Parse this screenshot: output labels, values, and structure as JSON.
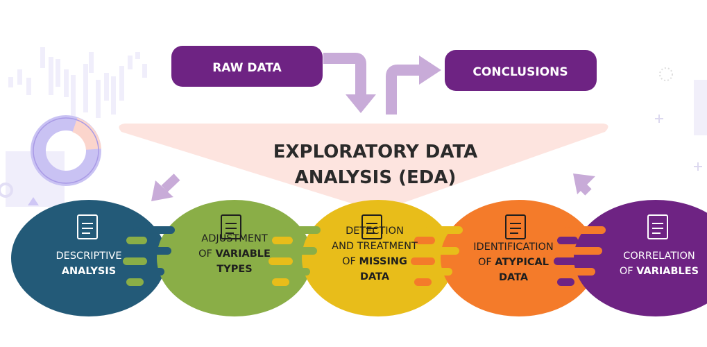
{
  "inputs": {
    "raw_data_label": "RAW DATA"
  },
  "outputs": {
    "conclusions_label": "CONCLUSIONS"
  },
  "title": {
    "line1": "EXPLORATORY DATA",
    "line2": "ANALYSIS (EDA)"
  },
  "colors": {
    "purple": "#6e2383",
    "funnel": "#fde4df",
    "arrow": "#c8abd8",
    "stage_descriptive": "#235a78",
    "stage_adjustment": "#8aae47",
    "stage_missing": "#e8bd1a",
    "stage_atypical": "#f47b2a",
    "stage_correlation": "#6e2383"
  },
  "stages": [
    {
      "id": "descriptive",
      "icon": "checklist-document-pencil-icon",
      "text_color": "#ffffff",
      "lines": [
        [
          {
            "t": "DESCRIPTIVE",
            "b": false
          }
        ],
        [
          {
            "t": "ANALYSIS",
            "b": true
          }
        ]
      ]
    },
    {
      "id": "adjustment",
      "icon": "window-resize-arrows-icon",
      "text_color": "#1e1e1e",
      "lines": [
        [
          {
            "t": "ADJUSTMENT",
            "b": false
          }
        ],
        [
          {
            "t": "OF ",
            "b": false
          },
          {
            "t": "VARIABLE",
            "b": true
          }
        ],
        [
          {
            "t": "TYPES",
            "b": true
          }
        ]
      ]
    },
    {
      "id": "missing",
      "icon": "clipboard-warning-icon",
      "text_color": "#1e1e1e",
      "lines": [
        [
          {
            "t": "DETECTION",
            "b": false
          }
        ],
        [
          {
            "t": "AND TREATMENT",
            "b": false
          }
        ],
        [
          {
            "t": "OF ",
            "b": false
          },
          {
            "t": "MISSING",
            "b": true
          }
        ],
        [
          {
            "t": "DATA",
            "b": true
          }
        ]
      ]
    },
    {
      "id": "atypical",
      "icon": "document-magnifier-chart-icon",
      "text_color": "#1e1e1e",
      "lines": [
        [
          {
            "t": "IDENTIFICATION",
            "b": false
          }
        ],
        [
          {
            "t": "OF ",
            "b": false
          },
          {
            "t": "ATYPICAL",
            "b": true
          }
        ],
        [
          {
            "t": "DATA",
            "b": true
          }
        ]
      ]
    },
    {
      "id": "correlation",
      "icon": "window-puzzle-icon",
      "text_color": "#ffffff",
      "lines": [
        [
          {
            "t": "CORRELATION",
            "b": false
          }
        ],
        [
          {
            "t": "OF ",
            "b": false
          },
          {
            "t": "VARIABLES",
            "b": true
          }
        ]
      ]
    }
  ]
}
